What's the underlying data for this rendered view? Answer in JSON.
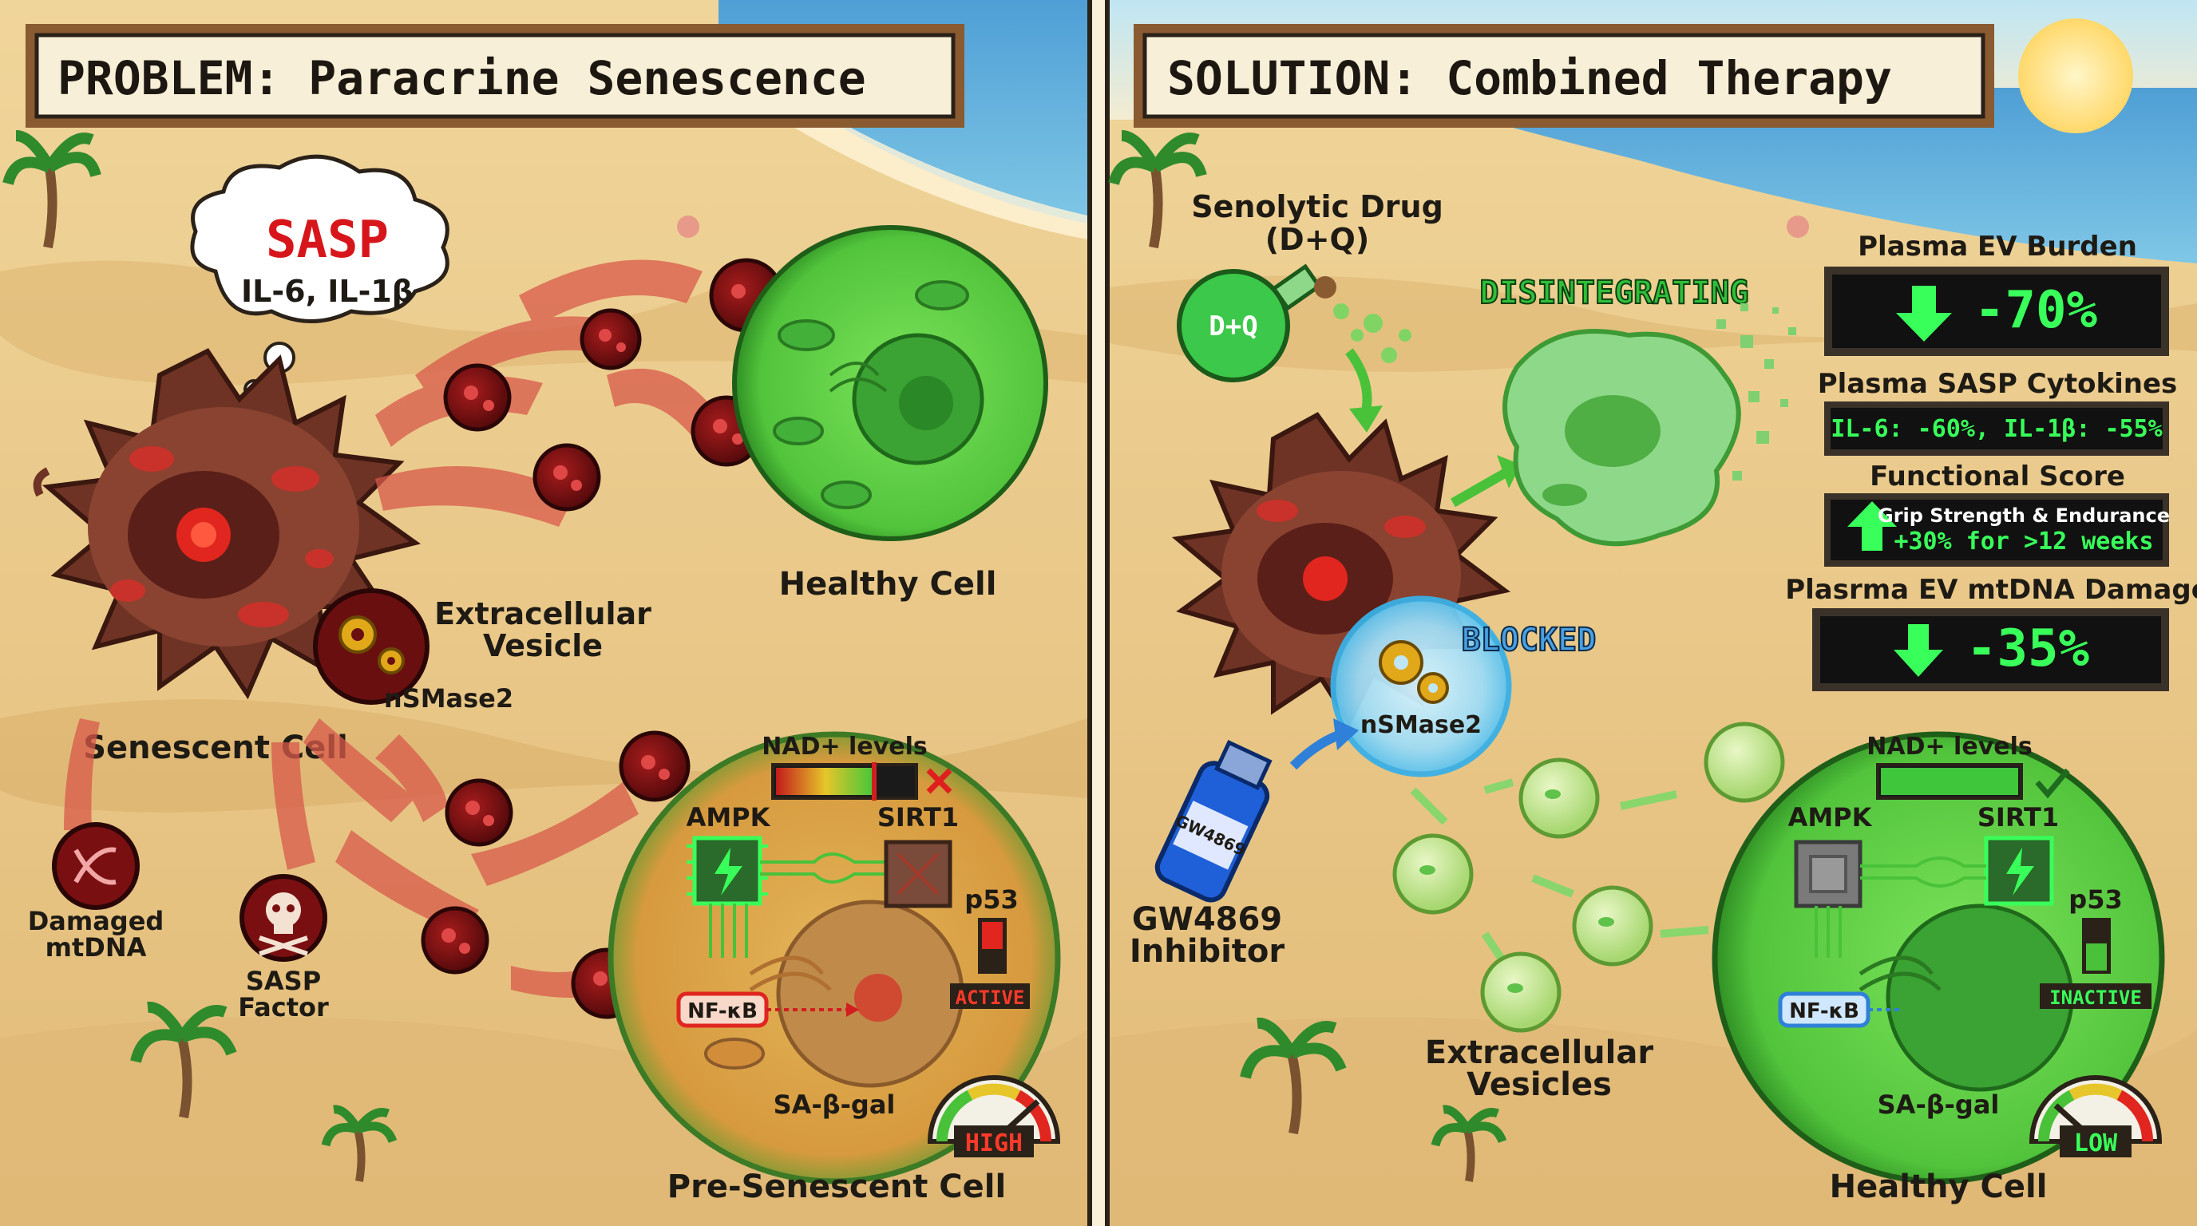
{
  "problem": {
    "title": "PROBLEM: Paracrine Senescence",
    "sasp_bubble_title": "SASP",
    "sasp_bubble_sub": "IL-6, IL-1β",
    "senescent_cell": "Senescent Cell",
    "healthy_cell": "Healthy Cell",
    "ev_label_line1": "Extracellular",
    "ev_label_line2": "Vesicle",
    "nsmase2": "nSMase2",
    "damaged_mtdna_line1": "Damaged",
    "damaged_mtdna_line2": "mtDNA",
    "sasp_factor_line1": "SASP",
    "sasp_factor_line2": "Factor",
    "nad_levels": "NAD+ levels",
    "ampk": "AMPK",
    "sirt1": "SIRT1",
    "p53": "p53",
    "active": "ACTIVE",
    "nfkb": "NF-κB",
    "sa_b_gal": "SA-β-gal",
    "high": "HIGH",
    "pre_senescent_cell": "Pre-Senescent Cell",
    "nad_fill": 0.72
  },
  "solution": {
    "title": "SOLUTION: Combined Therapy",
    "senolytic_line1": "Senolytic Drug",
    "senolytic_line2": "(D+Q)",
    "dq_flask": "D+Q",
    "disintegrating": "DISINTEGRATING",
    "blocked": "BLOCKED",
    "nsmase2": "nSMase2",
    "gw_bottle": "GW4869",
    "gw_label_line1": "GW4869",
    "gw_label_line2": "Inhibitor",
    "ev_label_line1": "Extracellular",
    "ev_label_line2": "Vesicles",
    "nad_levels": "NAD+ levels",
    "ampk": "AMPK",
    "sirt1": "SIRT1",
    "p53": "p53",
    "inactive": "INACTIVE",
    "nfkb": "NF-κB",
    "sa_b_gal": "SA-β-gal",
    "low": "LOW",
    "healthy_cell": "Healthy Cell",
    "nad_fill": 1.0
  },
  "metrics": {
    "ev_burden_label": "Plasma EV Burden",
    "ev_burden_value": "-70%",
    "sasp_label": "Plasma SASP Cytokines",
    "sasp_value": "IL-6: -60%, IL-1β: -55%",
    "functional_label": "Functional Score",
    "functional_line1": "Grip Strength & Endurance",
    "functional_line2": "+30% for >12 weeks",
    "mtdna_label": "Plasrma EV mtDNA Damage",
    "mtdna_value": "-35%"
  },
  "colors": {
    "sand": "#e9c98b",
    "senescent_brown": "#7a3a2a",
    "healthy_green": "#5fd14a",
    "ev_red": "#7a0f12",
    "screen_green": "#39ff5a"
  }
}
